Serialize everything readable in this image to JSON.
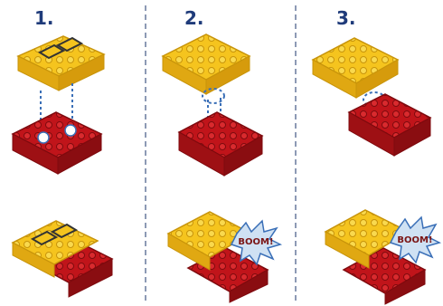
{
  "steps": [
    {
      "label": "1."
    },
    {
      "label": "2."
    },
    {
      "label": "3."
    }
  ],
  "boom_text": "BOOM!",
  "colors": {
    "yellow": "#f5c41e",
    "yellow_dark": "#c8940a",
    "red": "#c0141a",
    "red_dark": "#7e0a0e",
    "connector": "#3a6fb7",
    "label": "#1f3b7a"
  }
}
